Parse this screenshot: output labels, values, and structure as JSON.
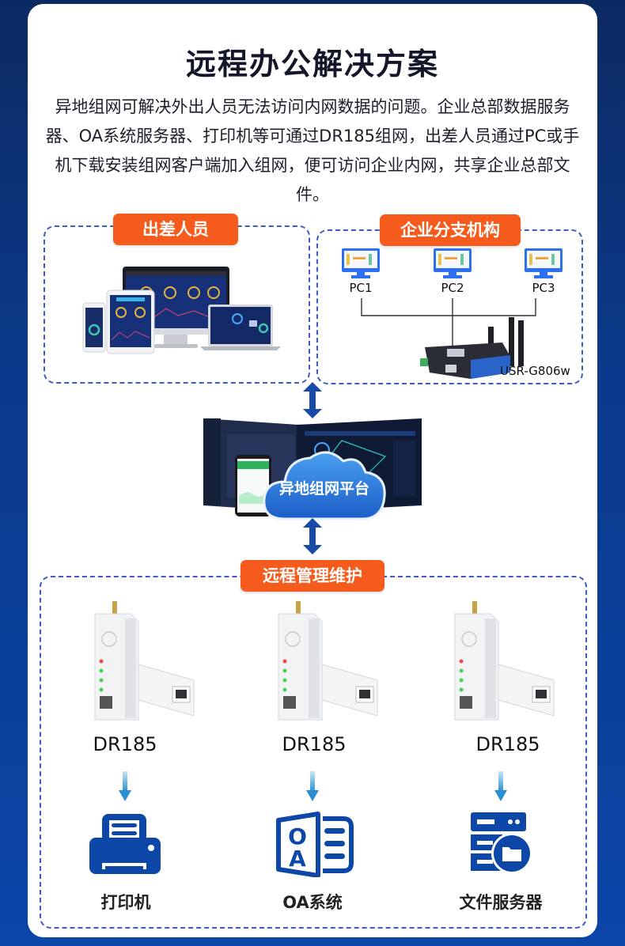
{
  "title": "远程办公解决方案",
  "description": "异地组网可解决外出人员无法访问内网数据的问题。企业总部数据服务器、OA系统服务器、打印机等可通过DR185组网，出差人员通过PC或手机下载安装组网客户端加入组网，便可访问企业内网，共享企业总部文件。",
  "colors": {
    "accent_orange": "#f45b1c",
    "primary_blue": "#0d47a8",
    "dash_blue": "#3a5cc4",
    "background": "#0a45a8"
  },
  "travel_staff": {
    "badge": "出差人员",
    "image": "multi-device-dashboard-image"
  },
  "branch": {
    "badge": "企业分支机构",
    "pcs": [
      "PC1",
      "PC2",
      "PC3"
    ],
    "router_model": "USR-G806w"
  },
  "platform": {
    "label": "异地组网平台"
  },
  "remote": {
    "badge": "远程管理维护",
    "devices": [
      {
        "label": "DR185"
      },
      {
        "label": "DR185"
      },
      {
        "label": "DR185"
      }
    ],
    "endpoints": [
      {
        "label": "打印机",
        "icon": "printer-icon"
      },
      {
        "label": "OA系统",
        "icon": "oa-system-icon"
      },
      {
        "label": "文件服务器",
        "icon": "file-server-icon"
      }
    ]
  }
}
